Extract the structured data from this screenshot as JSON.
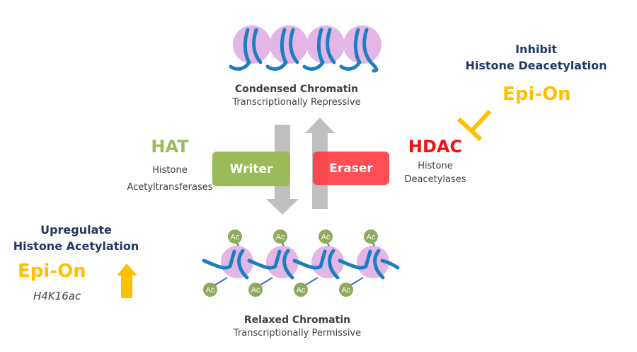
{
  "condensed": {
    "title": "Condensed Chromatin",
    "subtitle": "Transcriptionally Repressive",
    "nucleosome_count": 4
  },
  "relaxed": {
    "title": "Relaxed Chromatin",
    "subtitle": "Transcriptionally Permissive",
    "nucleosome_count": 4,
    "mark_label": "Ac"
  },
  "writer": {
    "box_label": "Writer",
    "enzyme_abbr": "HAT",
    "enzyme_name_line1": "Histone",
    "enzyme_name_line2": "Acetyltransferases"
  },
  "eraser": {
    "box_label": "Eraser",
    "enzyme_abbr": "HDAC",
    "enzyme_name_line1": "Histone",
    "enzyme_name_line2": "Deacetylases"
  },
  "inhibit_panel": {
    "line1": "Inhibit",
    "line2": "Histone Deacetylation",
    "product": "Epi-On",
    "symbol": "inhibition-t-bar"
  },
  "upregulate_panel": {
    "line1": "Upregulate",
    "line2": "Histone Acetylation",
    "product": "Epi-On",
    "marker": "H4K16ac",
    "symbol": "up-arrow"
  },
  "colors": {
    "histone": "#e3b6e6",
    "dna": "#1a7fc1",
    "acetyl": "#8faa5c",
    "writer": "#9bbb59",
    "eraser": "#ff4f55",
    "hat_text": "#9bbb59",
    "hdac_text": "#ee1111",
    "epi_on": "#ffc000",
    "navy": "#1f3864",
    "arrow_gray": "#bfbfbf"
  }
}
